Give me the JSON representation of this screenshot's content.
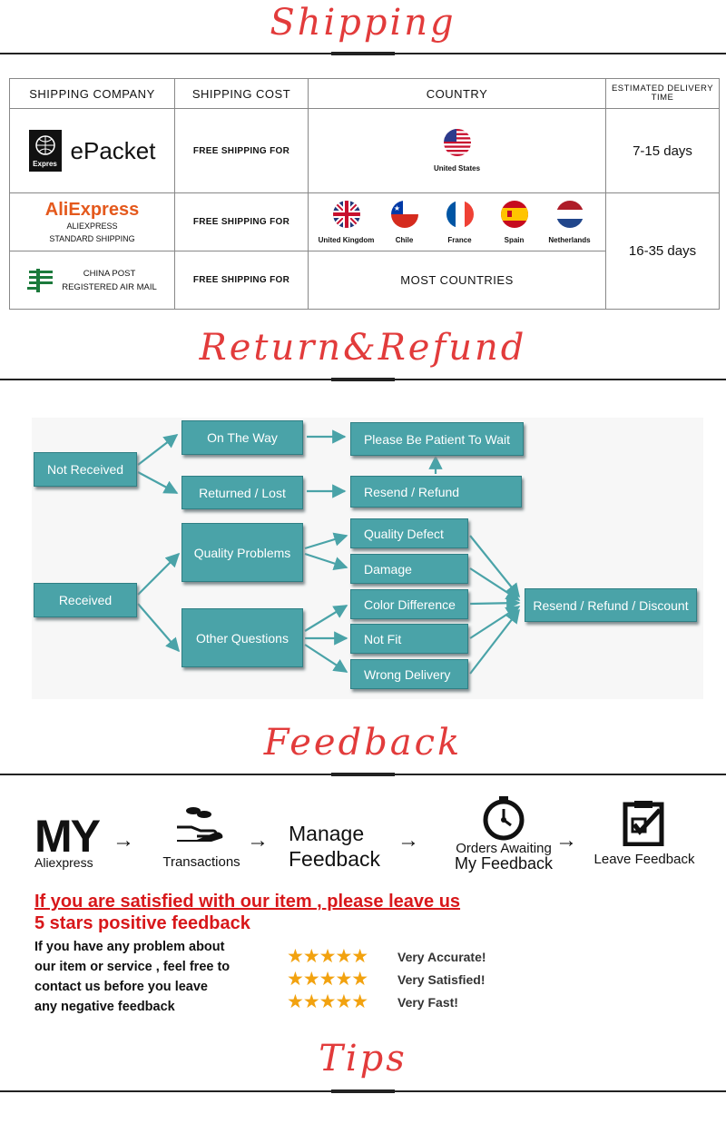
{
  "sections": {
    "shipping": "Shipping",
    "refund": "Return&Refund",
    "feedback": "Feedback",
    "tips": "Tips"
  },
  "shipping_table": {
    "headers": {
      "company": "SHIPPING COMPANY",
      "cost": "SHIPPING COST",
      "country": "COUNTRY",
      "delivery": "ESTIMATED DELIVERY TIME"
    },
    "rows": [
      {
        "company": "ePacket",
        "logo_text": "Expres",
        "cost": "FREE SHIPPING FOR",
        "country": "United States",
        "delivery": "7-15 days"
      },
      {
        "company_brand": "AliExpress",
        "company_line1": "ALIEXPRESS",
        "company_line2": "STANDARD SHIPPING",
        "cost": "FREE SHIPPING FOR",
        "countries": [
          "United Kingdom",
          "Chile",
          "France",
          "Spain",
          "Netherlands"
        ],
        "delivery": "16-35 days"
      },
      {
        "company_line1": "CHINA POST",
        "company_line2": "REGISTERED AIR MAIL",
        "cost": "FREE SHIPPING FOR",
        "country": "MOST COUNTRIES"
      }
    ]
  },
  "flow": {
    "not_received": "Not Received",
    "on_the_way": "On The Way",
    "returned_lost": "Returned / Lost",
    "please_wait": "Please Be Patient To Wait",
    "resend_refund": "Resend / Refund",
    "received": "Received",
    "quality_problems": "Quality Problems",
    "other_questions": "Other Questions",
    "quality_defect": "Quality Defect",
    "damage": "Damage",
    "color_difference": "Color Difference",
    "not_fit": "Not Fit",
    "wrong_delivery": "Wrong Delivery",
    "resend_refund_discount": "Resend / Refund / Discount"
  },
  "feedback_steps": {
    "my": "MY",
    "aliexpress": "Aliexpress",
    "transactions": "Transactions",
    "manage1": "Manage",
    "manage2": "Feedback",
    "orders1": "Orders Awaiting",
    "orders2": "My Feedback",
    "leave": "Leave Feedback"
  },
  "feedback_text": {
    "headline1": "If you are satisfied with our item , please leave us",
    "headline2": "5 stars positive feedback",
    "para": [
      "If you have any problem about",
      "our item or service , feel free to",
      "contact us before you  leave",
      "any negative feedback"
    ],
    "stars": [
      "★★★★★",
      "★★★★★",
      "★★★★★"
    ],
    "ratings": [
      "Very Accurate!",
      "Very Satisfied!",
      "Very Fast!"
    ]
  },
  "colors": {
    "accent_red": "#e23b3b",
    "teal": "#4aa3a8",
    "star": "#f2a20f"
  }
}
